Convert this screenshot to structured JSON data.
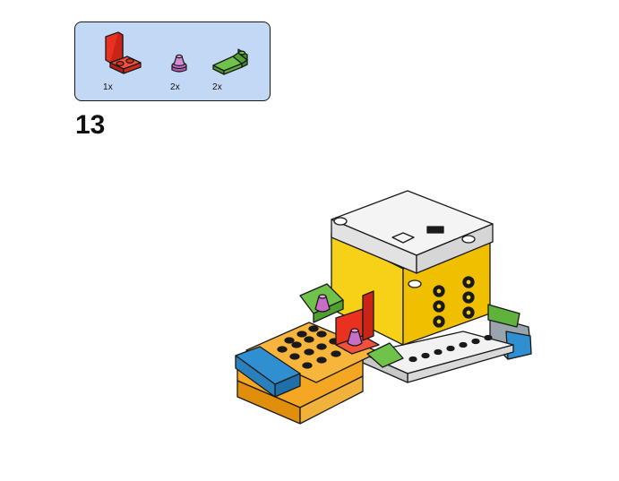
{
  "parts_list": {
    "items": [
      {
        "name": "red-bracket-icon",
        "quantity": "1x",
        "color": "#e8311f"
      },
      {
        "name": "pink-cone-icon",
        "quantity": "2x",
        "color": "#c86ec8"
      },
      {
        "name": "green-slope-icon",
        "quantity": "2x",
        "color": "#5fb33c"
      }
    ],
    "background": "#c2d8f4"
  },
  "step": {
    "number": "13"
  },
  "model": {
    "name": "assembled-model-illustration",
    "colors": {
      "yellow": "#f7d117",
      "orange": "#f5a623",
      "blue": "#2f8fd1",
      "white": "#f2f2f2",
      "green": "#5fb33c",
      "red": "#e8311f",
      "pink": "#c86ec8",
      "dark": "#222222"
    }
  }
}
